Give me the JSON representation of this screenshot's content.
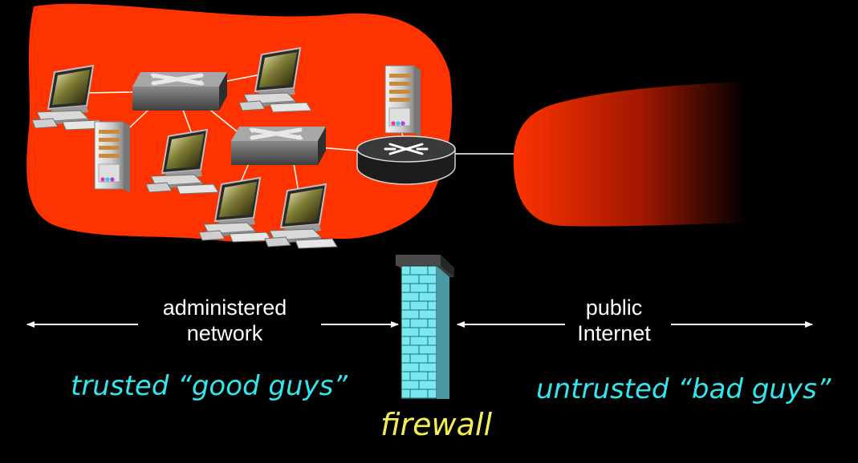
{
  "labels": {
    "left_line1": "administered",
    "left_line2": "network",
    "right_line1": "public",
    "right_line2": "Internet",
    "left_trust": "trusted “good guys”",
    "right_trust": "untrusted “bad guys”",
    "firewall": "firewall"
  },
  "colors": {
    "background": "#000000",
    "network_cloud": "#ff3300",
    "trust_text": "#33e6ee",
    "firewall_text": "#f5ef55",
    "firewall_brick": "#7ae8f0"
  },
  "icons": {
    "hosts": "desktop-computer-icon",
    "servers": "server-tower-icon",
    "switches": "link-layer-switch-icon",
    "router": "router-icon",
    "firewall": "brick-wall-icon"
  }
}
